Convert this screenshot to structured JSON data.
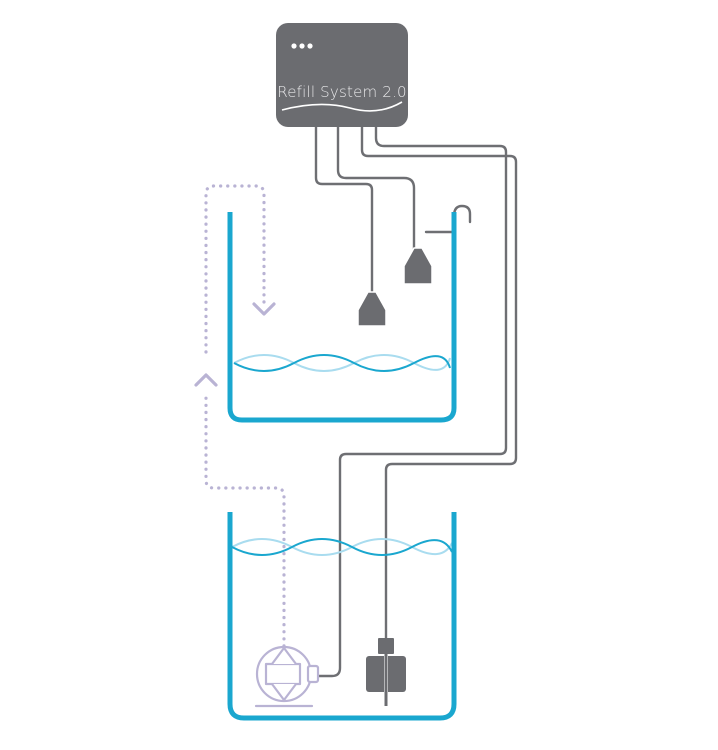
{
  "controller": {
    "title": "Refill System 2.0",
    "indicator_dots": 3
  },
  "colors": {
    "tank": "#1aa7cf",
    "cable": "#6e6f73",
    "cable_outline": "#ffffff",
    "controller_body": "#6b6c70",
    "controller_text": "#e8e8ea",
    "sensor": "#6b6c70",
    "wave_primary": "#1aa7cf",
    "wave_secondary": "#a9dcef",
    "flow_path": "#b9b3d4",
    "pump": "#b9b3d4"
  },
  "icons": [
    "controller-box",
    "float-sensor",
    "float-sensor",
    "water-outlet-hook",
    "water-pump",
    "level-probe"
  ]
}
